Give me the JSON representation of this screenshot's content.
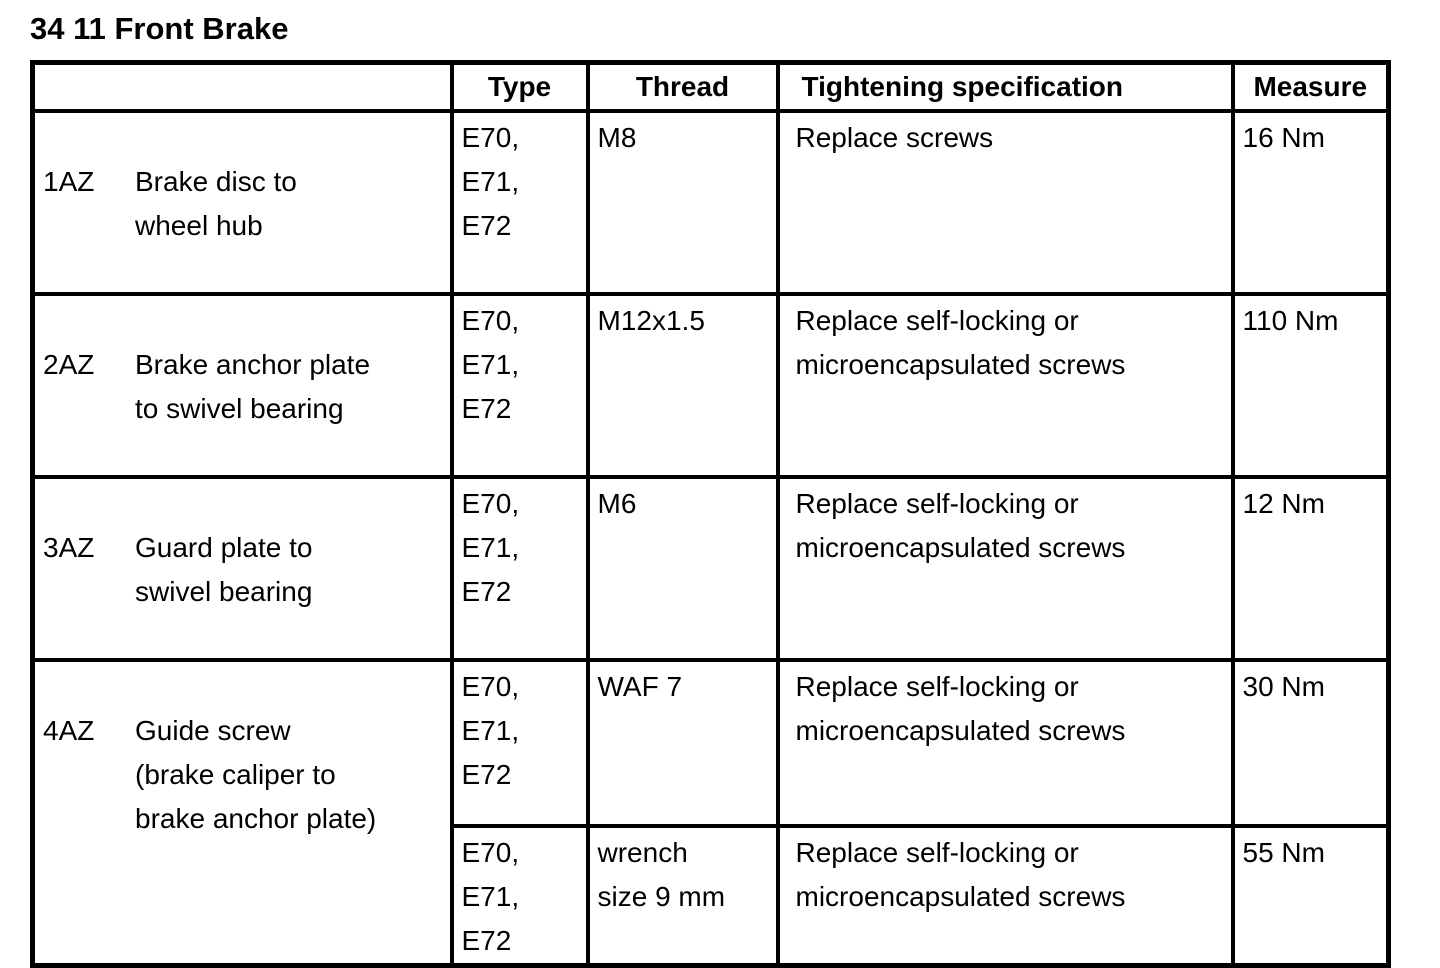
{
  "page_title": "34 11 Front Brake",
  "colors": {
    "text": "#000000",
    "border": "#000000",
    "background": "#ffffff"
  },
  "table": {
    "columns": {
      "item": "",
      "type": "Type",
      "thread": "Thread",
      "tightening": "Tightening specification",
      "measure": "Measure"
    },
    "rows": [
      {
        "code": "1AZ",
        "description": "Brake disc to\nwheel hub",
        "type": "E70,\nE71,\nE72",
        "thread": "M8",
        "tightening": "Replace screws",
        "measure": "16 Nm"
      },
      {
        "code": "2AZ",
        "description": "Brake anchor plate\nto swivel bearing",
        "type": "E70,\nE71,\nE72",
        "thread": "M12x1.5",
        "tightening": "Replace self-locking or\nmicroencapsulated screws",
        "measure": "110 Nm"
      },
      {
        "code": "3AZ",
        "description": "Guard plate to\nswivel bearing",
        "type": "E70,\nE71,\nE72",
        "thread": "M6",
        "tightening": "Replace self-locking or\nmicroencapsulated screws",
        "measure": "12 Nm"
      },
      {
        "code": "4AZ",
        "description": "Guide screw\n(brake caliper to\nbrake anchor plate)",
        "type": "E70,\nE71,\nE72",
        "thread": "WAF 7",
        "tightening": "Replace self-locking or\nmicroencapsulated screws",
        "measure": "30 Nm"
      },
      {
        "type": "E70,\nE71,\nE72",
        "thread": "wrench\nsize 9 mm",
        "tightening": "Replace self-locking or\nmicroencapsulated screws",
        "measure": "55 Nm"
      }
    ]
  }
}
